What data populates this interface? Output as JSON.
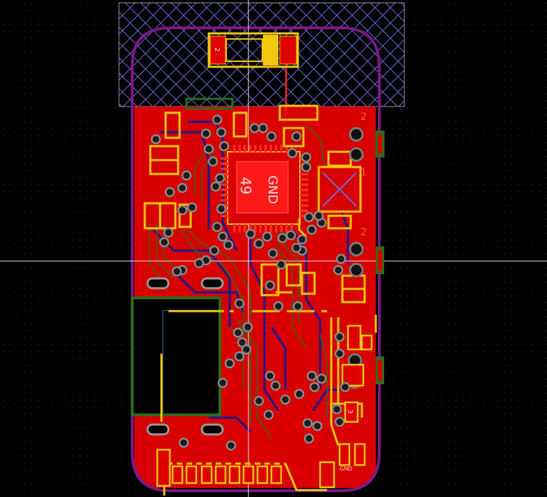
{
  "board": {
    "colors": {
      "background": "#000000",
      "copper_top": "#e00000",
      "copper_bottom": "#1a1a8c",
      "silkscreen": "#f2c80f",
      "outline": "#7a1a8a",
      "courtyard": "#2e6b1e",
      "keepout_hatch": "#6b6bd8",
      "crosshair": "#e8e8e8"
    },
    "labels": {
      "ic_pad_net": "GND",
      "ic_pad_number": "49",
      "pad_2_top": "2",
      "pad_2_right_a": "2",
      "pad_1_right": "1",
      "pad_2_right_b": "2",
      "pad_3_lower": "3",
      "net_gnd_lower": "GND"
    }
  }
}
